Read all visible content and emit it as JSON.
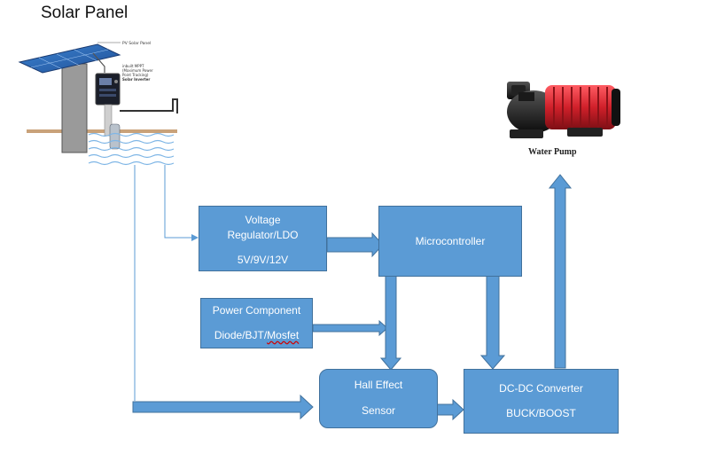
{
  "title": "Solar Panel",
  "illustration": {
    "pv_label": "PV Solar Panel",
    "inverter_label_lines": [
      "inbuilt MPPT",
      "(Maximum Power",
      "Point Tracking)",
      "Solar Inverter"
    ],
    "pump_caption": "Water Pump"
  },
  "blocks": {
    "voltage_regulator": {
      "line1": "Voltage",
      "line2": "Regulator/LDO",
      "line3": "5V/9V/12V"
    },
    "microcontroller": {
      "label": "Microcontroller"
    },
    "power_component": {
      "line1": "Power Component",
      "line2_prefix": "Diode/BJT/",
      "line2_misspelled": "Mosfet"
    },
    "hall_effect": {
      "line1": "Hall Effect",
      "line2": "Sensor"
    },
    "dcdc": {
      "line1": "DC-DC Converter",
      "line2": "BUCK/BOOST"
    }
  },
  "colors": {
    "block_fill": "#5b9bd5",
    "block_border": "#41719c",
    "arrow_fill": "#5b9bd5",
    "wire": "#5b9bd5",
    "pump_red": "#d0202a",
    "panel_blue": "#2f6fb8"
  }
}
